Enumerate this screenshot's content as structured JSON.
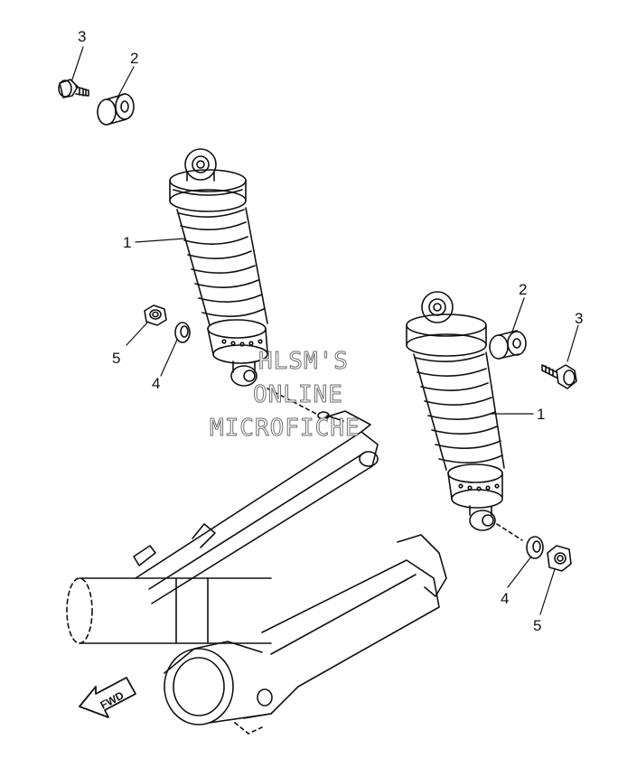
{
  "callouts": {
    "top_left_bolt": "3",
    "top_left_bushing": "2",
    "left_shock": "1",
    "left_nut": "5",
    "left_washer": "4",
    "right_bushing": "2",
    "right_bolt": "3",
    "right_shock": "1",
    "right_washer": "4",
    "right_nut": "5"
  },
  "watermark": {
    "line1": "HLSM'S",
    "line2": "ONLINE",
    "line3": "MICROFICHE"
  },
  "direction_arrow": {
    "label": "FWD"
  }
}
